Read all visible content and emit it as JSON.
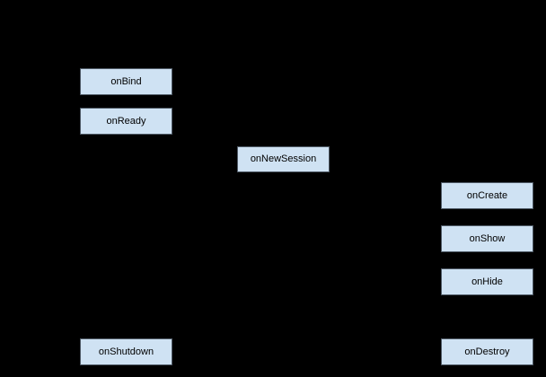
{
  "diagram": {
    "type": "lifecycle-flowchart",
    "colors": {
      "background": "#000000",
      "node_fill": "#cfe2f3",
      "node_border": "#4f5a66",
      "node_text": "#000000"
    },
    "nodes": [
      {
        "id": "onBind",
        "label": "onBind"
      },
      {
        "id": "onReady",
        "label": "onReady"
      },
      {
        "id": "onNewSession",
        "label": "onNewSession"
      },
      {
        "id": "onCreate",
        "label": "onCreate"
      },
      {
        "id": "onShow",
        "label": "onShow"
      },
      {
        "id": "onHide",
        "label": "onHide"
      },
      {
        "id": "onShutdown",
        "label": "onShutdown"
      },
      {
        "id": "onDestroy",
        "label": "onDestroy"
      }
    ]
  }
}
